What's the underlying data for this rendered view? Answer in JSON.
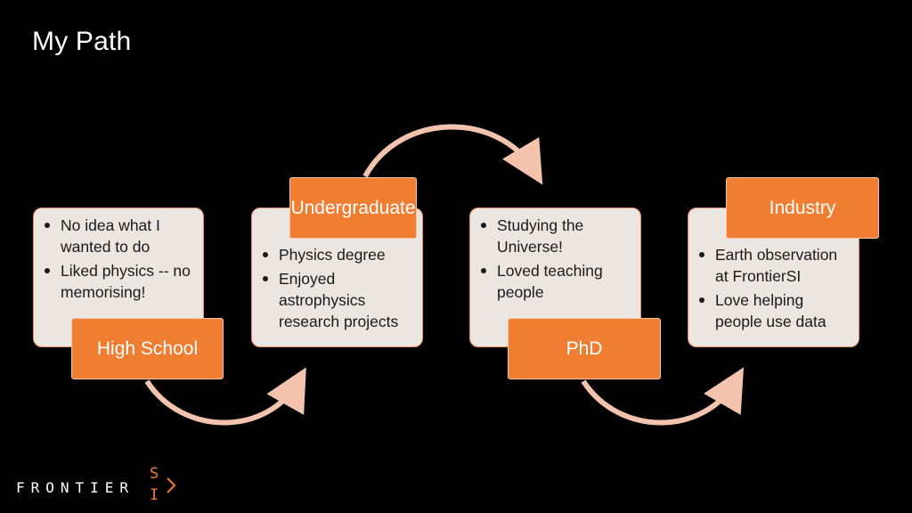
{
  "slide": {
    "title": "My Path"
  },
  "stages": [
    {
      "label": "High School",
      "bullets": [
        "No idea what I wanted to do",
        "Liked physics -- no memorising!"
      ]
    },
    {
      "label": "Undergraduate",
      "bullets": [
        "Physics degree",
        "Enjoyed astrophysics research projects"
      ]
    },
    {
      "label": "PhD",
      "bullets": [
        "Studying the Universe!",
        "Loved teaching people"
      ]
    },
    {
      "label": "Industry",
      "bullets": [
        "Earth observation at FrontierSI",
        "Love helping people use data"
      ]
    }
  ],
  "logo": {
    "text": "FRONTIER",
    "suffix_top": "S",
    "suffix_bottom": "I"
  },
  "colors": {
    "label_fill": "#ef7d32",
    "card_fill": "#ece6e2",
    "card_border": "#e9895a",
    "arrow": "#f3c3ae"
  }
}
